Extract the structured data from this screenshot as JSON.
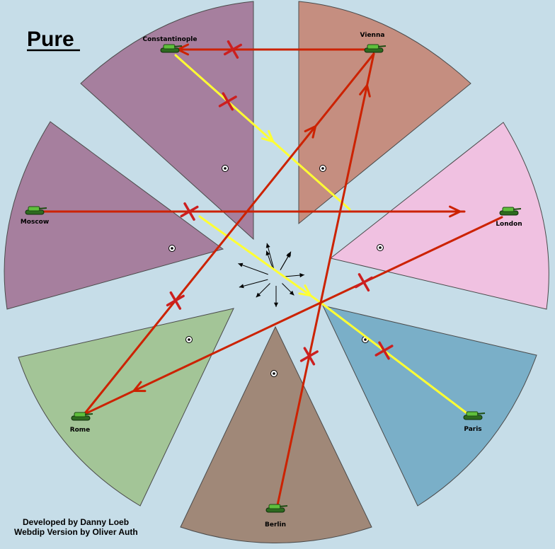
{
  "map": {
    "title": "Pure",
    "credits": {
      "line1": "Developed by Danny Loeb",
      "line2": "Webdip Version by Oliver Auth"
    },
    "territories": [
      {
        "name": "Constantinople",
        "color": "#a67f9e"
      },
      {
        "name": "Vienna",
        "color": "#c58e80"
      },
      {
        "name": "London",
        "color": "#f0c1e1"
      },
      {
        "name": "Paris",
        "color": "#7aafc8"
      },
      {
        "name": "Berlin",
        "color": "#a08878"
      },
      {
        "name": "Rome",
        "color": "#a3c597"
      },
      {
        "name": "Moscow",
        "color": "#a67f9e"
      }
    ],
    "units": [
      {
        "territory": "Constantinople",
        "type": "army-icon"
      },
      {
        "territory": "Vienna",
        "type": "army-icon"
      },
      {
        "territory": "London",
        "type": "army-icon"
      },
      {
        "territory": "Paris",
        "type": "army-icon"
      },
      {
        "territory": "Berlin",
        "type": "army-icon"
      },
      {
        "territory": "Rome",
        "type": "army-icon"
      },
      {
        "territory": "Moscow",
        "type": "army-icon"
      }
    ],
    "order_colors": {
      "failed": "#cc2200",
      "support": "#ffff33",
      "fail_mark": "#cc1f1f",
      "center_arrows": "#000000"
    }
  }
}
